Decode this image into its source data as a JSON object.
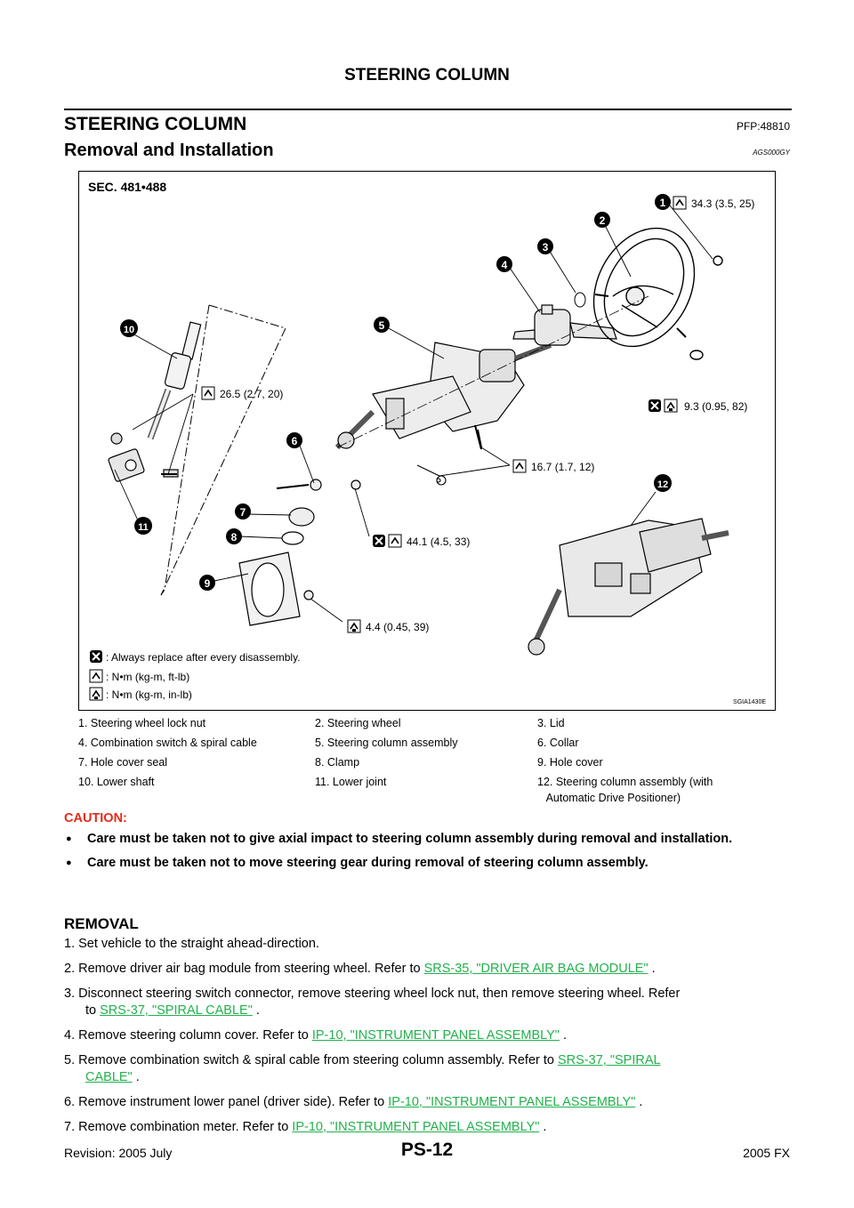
{
  "header": {
    "title": "STEERING COLUMN"
  },
  "section": {
    "title": "STEERING COLUMN",
    "pfp": "PFP:48810"
  },
  "subsection": {
    "title": "Removal and Installation",
    "code": "AGS000GY"
  },
  "figure": {
    "sec_label": "SEC. 481•488",
    "figure_id": "SGIA1430E",
    "callouts": [
      "1",
      "2",
      "3",
      "4",
      "5",
      "6",
      "7",
      "8",
      "9",
      "10",
      "11",
      "12"
    ],
    "torques": {
      "t1": "34.3 (3.5, 25)",
      "t2": "26.5 (2.7, 20)",
      "t3": "9.3 (0.95, 82)",
      "t4": "16.7 (1.7, 12)",
      "t5": "44.1 (4.5, 33)",
      "t6": "4.4 (0.45, 39)"
    },
    "legend": {
      "replace": ": Always replace after every disassembly.",
      "nm_ftlb": ": N•m (kg-m, ft-lb)",
      "nm_inlb": ": N•m (kg-m, in-lb)"
    }
  },
  "parts": [
    [
      "1.  Steering wheel lock nut",
      "2.  Steering wheel",
      "3.  Lid"
    ],
    [
      "4.  Combination switch & spiral cable",
      "5.  Steering column assembly",
      "6.  Collar"
    ],
    [
      "7.  Hole cover seal",
      "8.  Clamp",
      "9.  Hole cover"
    ],
    [
      "10.  Lower shaft",
      "11.  Lower joint",
      "12.  Steering column assembly (with"
    ]
  ],
  "parts_continuation": "Automatic Drive Positioner)",
  "caution": {
    "label": "CAUTION:",
    "items": [
      "Care must be taken not to give axial impact to steering column assembly during removal and installation.",
      "Care must be taken not to move steering gear during removal of steering column assembly."
    ]
  },
  "removal": {
    "title": "REMOVAL",
    "s1": "1.  Set vehicle to the straight ahead-direction.",
    "s2_pre": "2.  Remove driver air bag module from steering wheel. Refer to ",
    "s2_link": "SRS-35, \"DRIVER AIR BAG MODULE\"",
    "s2_post": " .",
    "s3_pre": "3.  Disconnect steering switch connector, remove steering wheel lock nut, then remove steering wheel. Refer",
    "s3_pre2": "to ",
    "s3_link": "SRS-37, \"SPIRAL CABLE\"",
    "s3_post": " .",
    "s4_pre": "4.  Remove steering column cover. Refer to ",
    "s4_link": "IP-10, \"INSTRUMENT PANEL ASSEMBLY\"",
    "s4_post": " .",
    "s5_pre": "5.  Remove combination switch & spiral cable from steering column assembly. Refer to ",
    "s5_link_a": "SRS-37, \"SPIRAL",
    "s5_link_b": "CABLE\"",
    "s5_post": " .",
    "s6_pre": "6.  Remove instrument lower panel (driver side). Refer to ",
    "s6_link": "IP-10, \"INSTRUMENT PANEL ASSEMBLY\"",
    "s6_post": " .",
    "s7_pre": "7.  Remove combination meter. Refer to ",
    "s7_link": "IP-10, \"INSTRUMENT PANEL ASSEMBLY\"",
    "s7_post": " ."
  },
  "footer": {
    "revision": "Revision: 2005 July",
    "page": "PS-12",
    "model": "2005 FX"
  }
}
